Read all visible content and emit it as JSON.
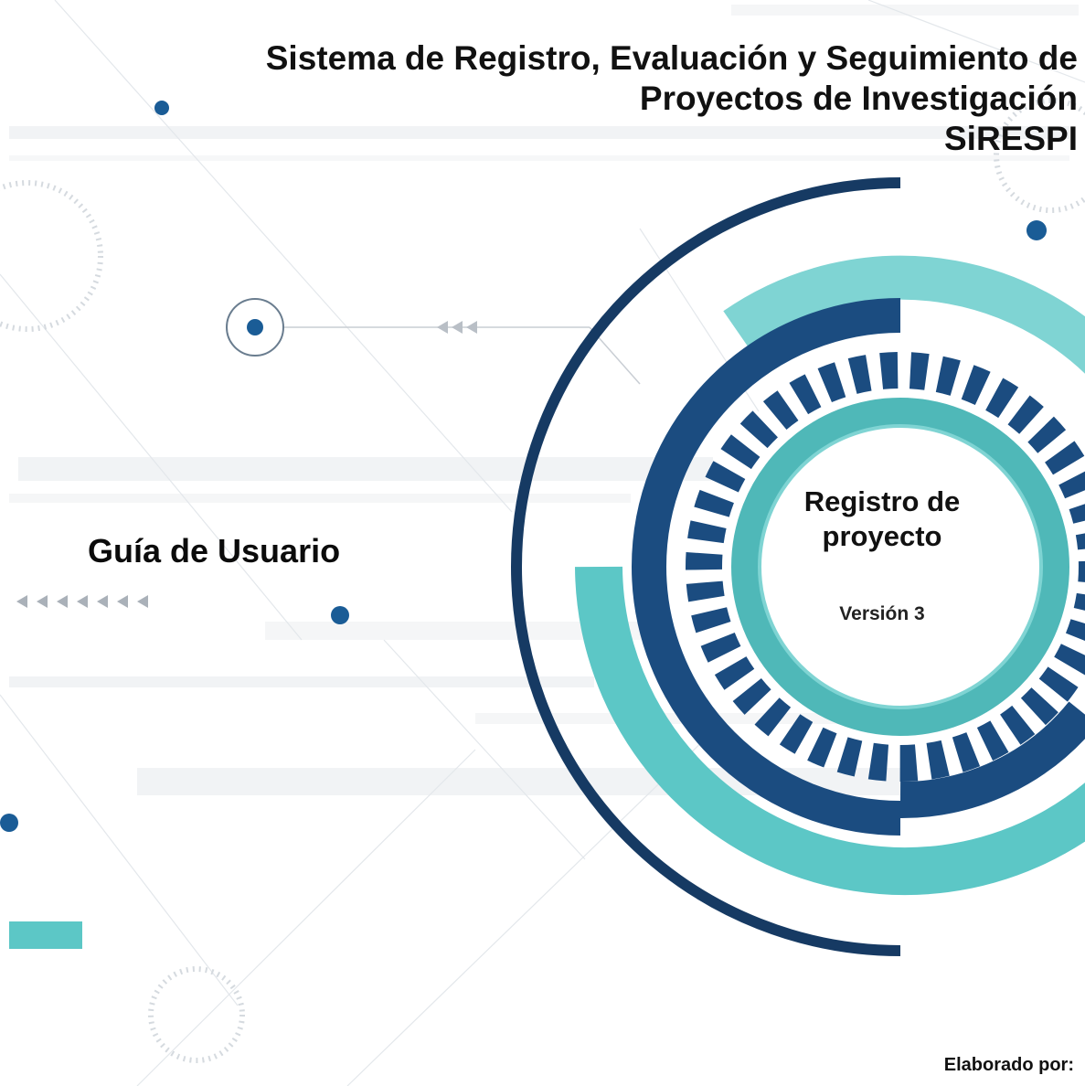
{
  "colors": {
    "navy": "#1b4c80",
    "dark_navy": "#163a63",
    "teal": "#5cc7c6",
    "light_teal": "#7fd4d3",
    "dot_blue": "#1a5c96"
  },
  "header": {
    "title_line1": "Sistema de Registro, Evaluación y Seguimiento de",
    "title_line2": "Proyectos de Investigación",
    "acronym": "SiRESPI"
  },
  "main": {
    "guide_title": "Guía de Usuario",
    "circle_title_line1": "Registro de",
    "circle_title_line2": "proyecto",
    "version": "Versión 3"
  },
  "footer": {
    "prepared_by_label": "Elaborado por:"
  }
}
